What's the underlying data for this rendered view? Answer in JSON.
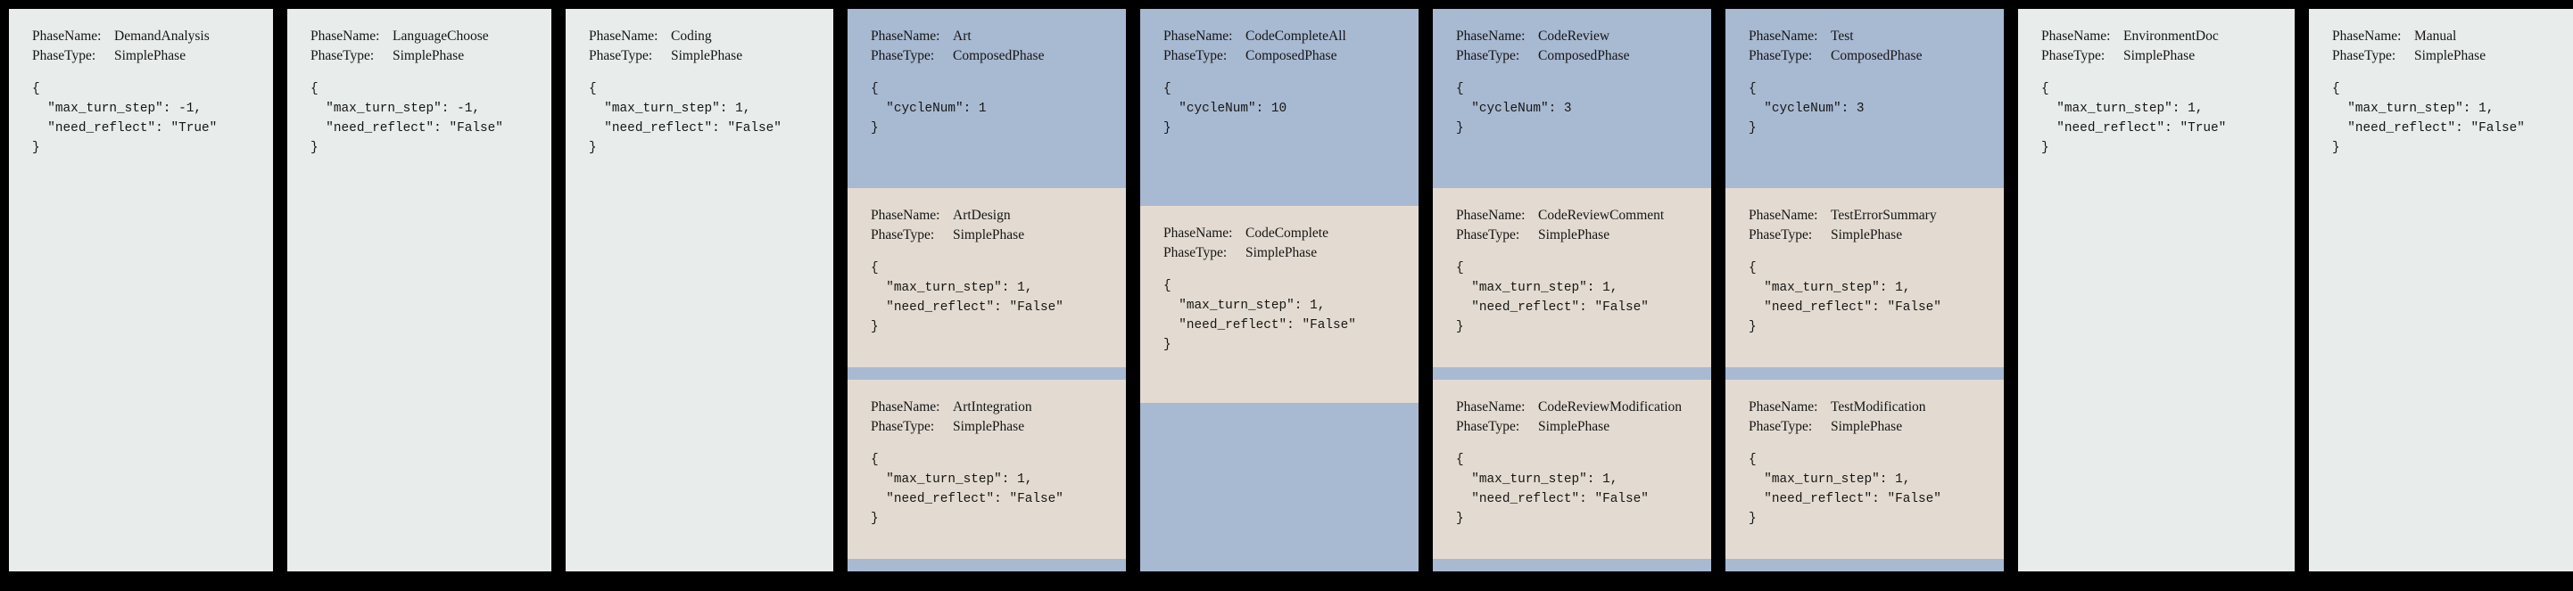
{
  "labels": {
    "phase_name": "PhaseName:",
    "phase_type": "PhaseType:"
  },
  "colors": {
    "background": "#000000",
    "simple_phase": "#e8ecea",
    "composed_phase": "#a8b9d2",
    "sub_phase": "#e3dbd1",
    "text": "#151515"
  },
  "panels": [
    {
      "name": "DemandAnalysis",
      "type": "SimplePhase",
      "style": "simple",
      "config": "{\n  \"max_turn_step\": -1,\n  \"need_reflect\": \"True\"\n}",
      "subphases": []
    },
    {
      "name": "LanguageChoose",
      "type": "SimplePhase",
      "style": "simple",
      "config": "{\n  \"max_turn_step\": -1,\n  \"need_reflect\": \"False\"\n}",
      "subphases": []
    },
    {
      "name": "Coding",
      "type": "SimplePhase",
      "style": "simple",
      "config": "{\n  \"max_turn_step\": 1,\n  \"need_reflect\": \"False\"\n}",
      "subphases": []
    },
    {
      "name": "Art",
      "type": "ComposedPhase",
      "style": "composed",
      "config": "{\n  \"cycleNum\": 1\n}",
      "subphases": [
        {
          "name": "ArtDesign",
          "type": "SimplePhase",
          "config": "{\n  \"max_turn_step\": 1,\n  \"need_reflect\": \"False\"\n}"
        },
        {
          "name": "ArtIntegration",
          "type": "SimplePhase",
          "config": "{\n  \"max_turn_step\": 1,\n  \"need_reflect\": \"False\"\n}"
        }
      ]
    },
    {
      "name": "CodeCompleteAll",
      "type": "ComposedPhase",
      "style": "composed",
      "config": "{\n  \"cycleNum\": 10\n}",
      "subphases": [
        {
          "name": "CodeComplete",
          "type": "SimplePhase",
          "config": "{\n  \"max_turn_step\": 1,\n  \"need_reflect\": \"False\"\n}"
        }
      ]
    },
    {
      "name": "CodeReview",
      "type": "ComposedPhase",
      "style": "composed",
      "config": "{\n  \"cycleNum\": 3\n}",
      "subphases": [
        {
          "name": "CodeReviewComment",
          "type": "SimplePhase",
          "config": "{\n  \"max_turn_step\": 1,\n  \"need_reflect\": \"False\"\n}"
        },
        {
          "name": "CodeReviewModification",
          "type": "SimplePhase",
          "config": "{\n  \"max_turn_step\": 1,\n  \"need_reflect\": \"False\"\n}"
        }
      ]
    },
    {
      "name": "Test",
      "type": "ComposedPhase",
      "style": "composed",
      "config": "{\n  \"cycleNum\": 3\n}",
      "subphases": [
        {
          "name": "TestErrorSummary",
          "type": "SimplePhase",
          "config": "{\n  \"max_turn_step\": 1,\n  \"need_reflect\": \"False\"\n}"
        },
        {
          "name": "TestModification",
          "type": "SimplePhase",
          "config": "{\n  \"max_turn_step\": 1,\n  \"need_reflect\": \"False\"\n}"
        }
      ]
    },
    {
      "name": "EnvironmentDoc",
      "type": "SimplePhase",
      "style": "simple",
      "config": "{\n  \"max_turn_step\": 1,\n  \"need_reflect\": \"True\"\n}",
      "subphases": []
    },
    {
      "name": "Manual",
      "type": "SimplePhase",
      "style": "simple",
      "config": "{\n  \"max_turn_step\": 1,\n  \"need_reflect\": \"False\"\n}",
      "subphases": []
    }
  ]
}
